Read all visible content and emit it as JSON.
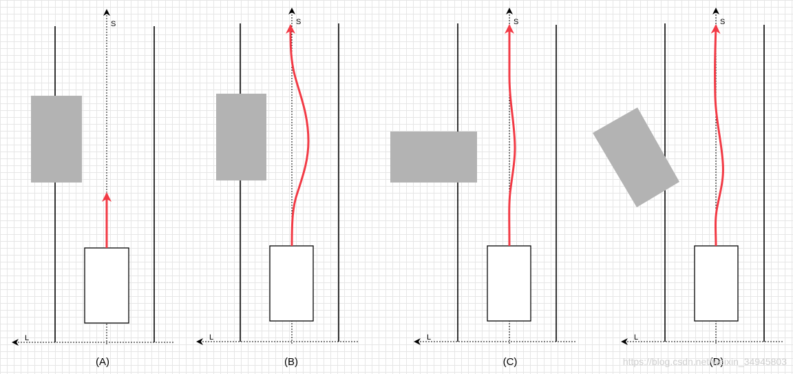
{
  "panels": [
    {
      "label": "(A)",
      "s_label": "S",
      "l_label": "L"
    },
    {
      "label": "(B)",
      "s_label": "S",
      "l_label": "L"
    },
    {
      "label": "(C)",
      "s_label": "S",
      "l_label": "L"
    },
    {
      "label": "(D)",
      "s_label": "S",
      "l_label": "L"
    }
  ],
  "colors": {
    "path": "#f23a45",
    "obstacle": "#b3b3b3",
    "lane_line": "#000000",
    "vehicle_fill": "#ffffff"
  },
  "watermark": "https://blog.csdn.net/weixin_34945803"
}
